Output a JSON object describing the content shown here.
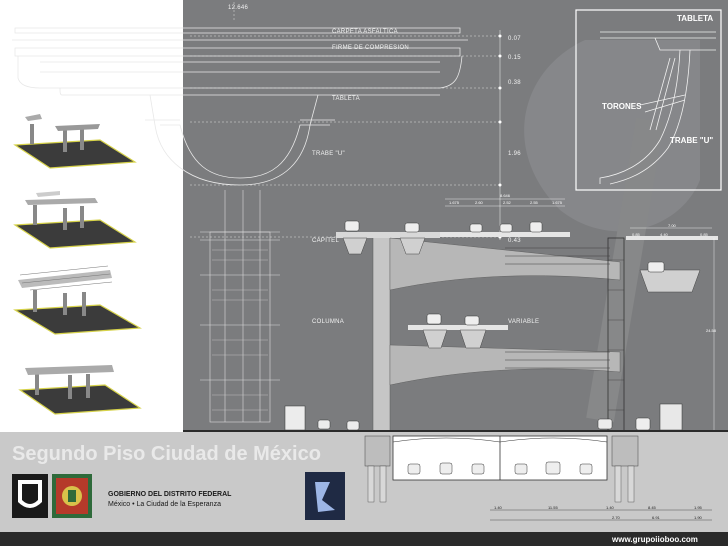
{
  "labels": {
    "top_dimension": "12.646",
    "carpeta": "CARPETA ASFALTICA",
    "firme": "FIRME DE COMPRESION",
    "tableta": "TABLETA",
    "trabe_u": "TRABE \"U\"",
    "capitel": "CAPITEL",
    "columna": "COLUMNA",
    "variable": "VARIABLE",
    "thick_1": "0.07",
    "thick_2": "0.15",
    "thick_3": "0.38",
    "thick_4": "1.96",
    "thick_5": "0.43",
    "detail_tableta": "TABLETA",
    "detail_torones": "TORONES",
    "detail_trabe": "TRABE \"U\""
  },
  "title": "Segundo Piso Ciudad de México",
  "government": {
    "line1": "GOBIERNO DEL DISTRITO FEDERAL",
    "line2": "México • La Ciudad de la Esperanza"
  },
  "footer": {
    "url": "www.grupoiioboo.com"
  },
  "dims": {
    "d1": "8.646",
    "d2": "1.675",
    "d3": "2.60",
    "d4": "2.52",
    "d5": "2.55",
    "d6": "1.675",
    "r1": "7.00",
    "r2": "0.85",
    "r3": "4.40",
    "r4": "0.85",
    "h1": "24.58",
    "b1": "1.40",
    "b2": "11.55",
    "b3": "1.40",
    "b4": "8.45",
    "b5": "1.95",
    "c1": "2.70",
    "c2": "6.91",
    "c3": "1.90"
  },
  "colors": {
    "panel_gray": "#7b7c7e",
    "title_band": "#c9c9c9",
    "footer": "#2a2a2a",
    "road": "#3b3b3b",
    "road_edge": "#d6d24a"
  }
}
